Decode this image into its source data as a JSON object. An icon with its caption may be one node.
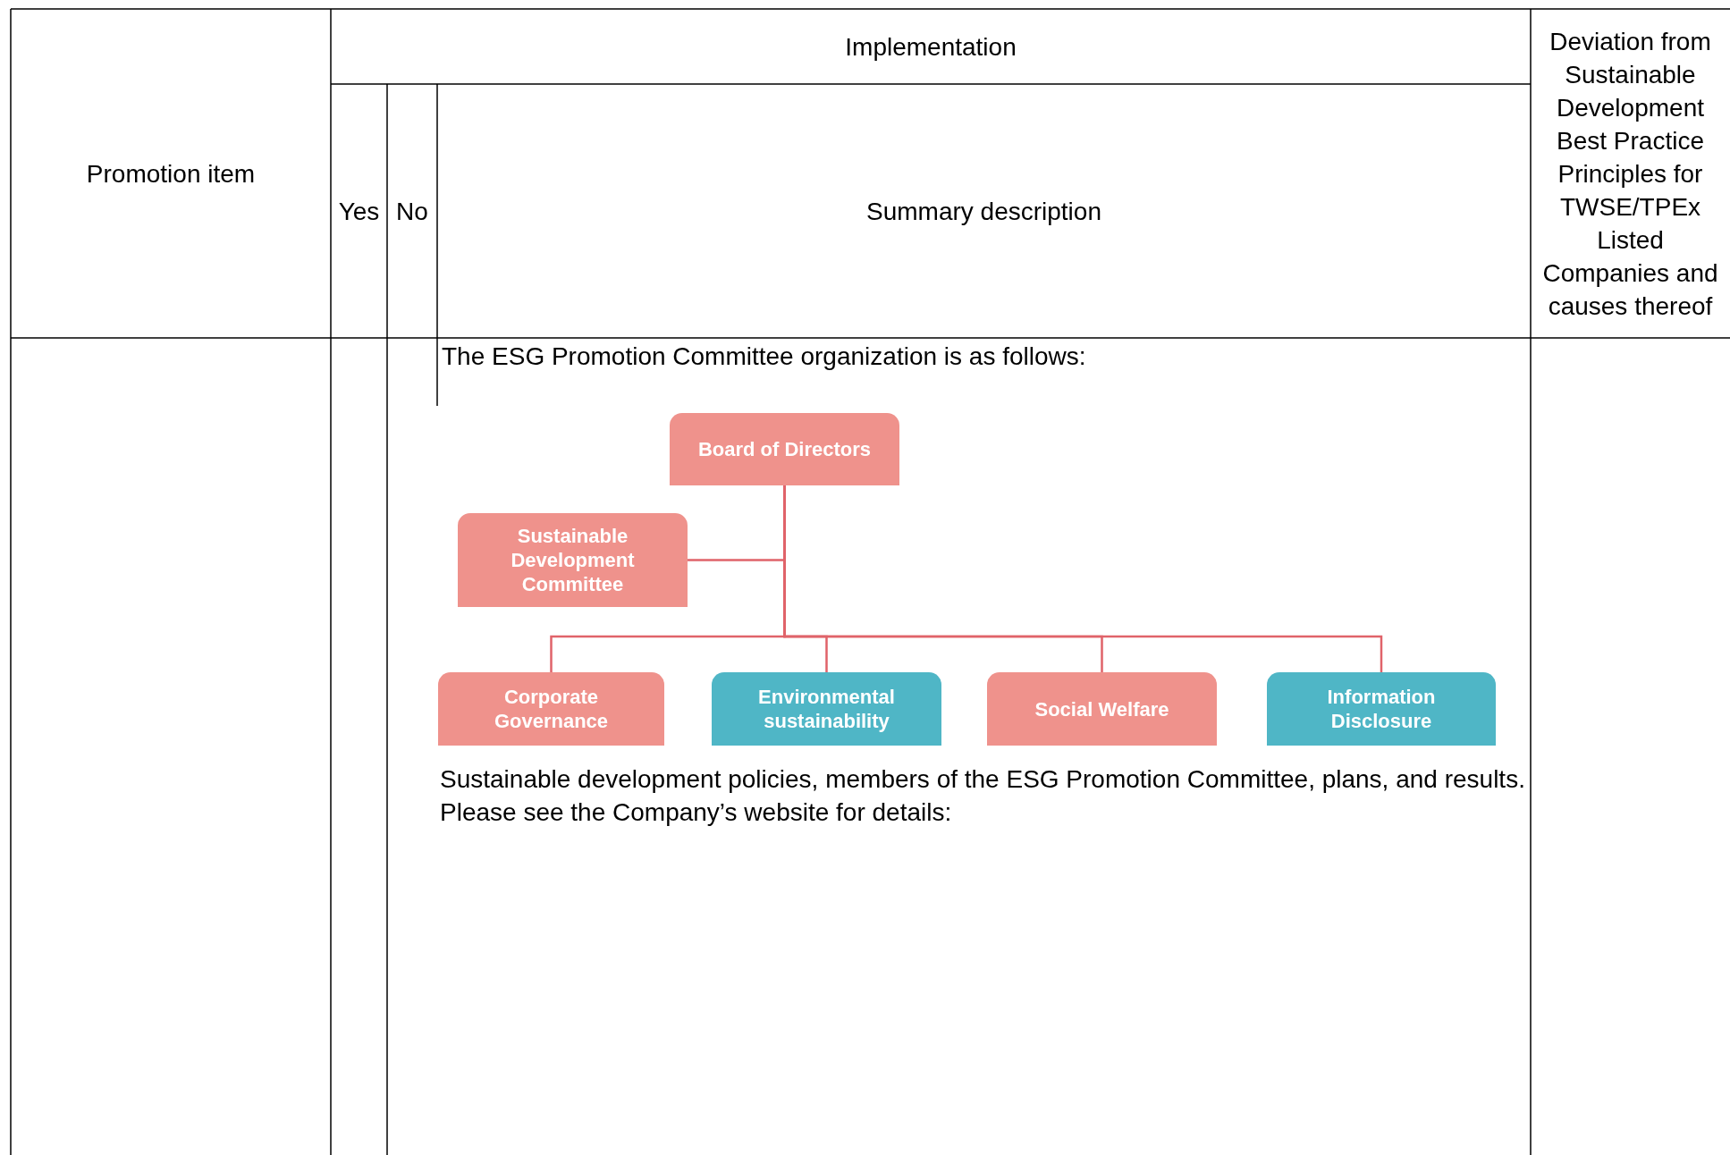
{
  "diagram": {
    "nodes": [
      {
        "text": [
          "Board of Directors"
        ]
      },
      {
        "text": [
          "Sustainable Development Committee"
        ]
      },
      {
        "text": [
          "Corporate Governance"
        ]
      },
      {
        "text": [
          "Environmental sustainability"
        ]
      },
      {
        "text": [
          "Social Welfare"
        ]
      },
      {
        "text": [
          "Information Disclosure"
        ]
      }
    ],
    "edges": [
      {
        "from": 0,
        "to": 1,
        "arrow": "none"
      },
      {
        "from": 0,
        "to": 2,
        "arrow": "none"
      },
      {
        "from": 0,
        "to": 3,
        "arrow": "none"
      },
      {
        "from": 0,
        "to": 4,
        "arrow": "none"
      },
      {
        "from": 0,
        "to": 5,
        "arrow": "none"
      }
    ],
    "labels": [
      "Promotion item",
      "Implementation",
      "Deviation from Sustainable Development Best Practice Principles for TWSE/TPEx Listed Companies and causes thereof",
      "Yes",
      "No",
      "Summary description",
      "The ESG Promotion Committee organization is as follows:",
      "Sustainable development policies, members of the ESG Promotion Committee, plans, and results. Please see the Company’s website for details:"
    ]
  }
}
